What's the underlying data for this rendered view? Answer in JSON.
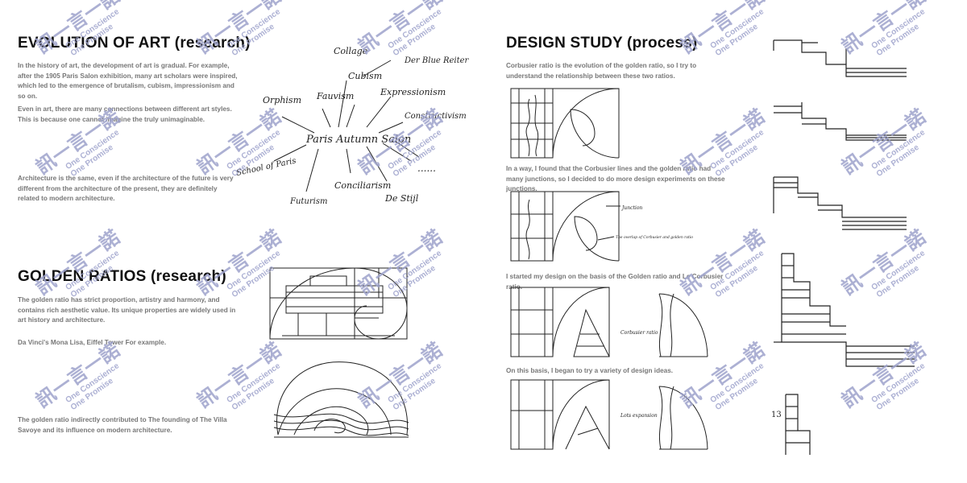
{
  "left": {
    "evolution": {
      "title": "EVOLUTION OF ART (research)",
      "p1": "In the history of art, the development of art is gradual. For example, after the 1905 Paris Salon exhibition, many art scholars were inspired, which led to the emergence of brutalism, cubism, impressionism and so on.",
      "p2": "Even in art, there are many connections between different art styles. This is because one cannot imagine the truly unimaginable.",
      "p3": "Architecture is the same, even if the architecture of the future is very different from the architecture of the present, they are definitely related to modern architecture.",
      "map_center": "Paris Autumn Salon",
      "map_nodes": [
        "Collage",
        "Der Blue Reiter",
        "Cubism",
        "Fauvism",
        "Orphism",
        "Expressionism",
        "Constructivism",
        "School of Paris",
        "Futurism",
        "Conciliarism",
        "De Stijl",
        "......"
      ]
    },
    "golden": {
      "title": "GOLDEN RATIOS (research)",
      "p1": "The golden ratio has strict proportion, artistry and harmony, and contains rich aesthetic value. Its unique properties are widely used in art history and architecture.",
      "p2": "Da Vinci's Mona Lisa, Eiffel Tower For example.",
      "p3": "The golden ratio indirectly contributed to The founding of The Villa Savoye and its influence on modern architecture."
    }
  },
  "right": {
    "design": {
      "title": "DESIGN STUDY (process)",
      "p1": "Corbusier ratio is the evolution of the golden ratio, so I try to understand the relationship between these two ratios.",
      "p2": "In a way, I found that the Corbusier lines and the golden ratio had many junctions, so I decided to do more design experiments on these junctions.",
      "p3": "I started my design on the basis of the Golden ratio and Le Corbusier ratio.",
      "p4": "On this basis, I began to try a variety of design ideas.",
      "note_junction": "Junction",
      "note_overlap": "The overlap of Corbusier and golden ratio",
      "note_corbusier": "Corbusier ratio",
      "note_expansion": "Lots expansion",
      "sketch_number": "13"
    }
  },
  "watermark": {
    "glyphs": "訊一言一諾",
    "line1": "One Conscience",
    "line2": "One Promise",
    "color": "#9ea3cc"
  }
}
